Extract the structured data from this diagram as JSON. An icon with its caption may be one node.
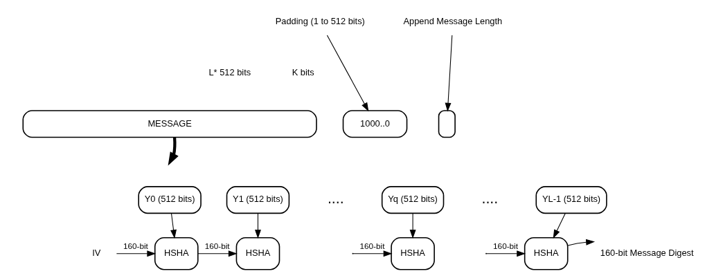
{
  "diagram": {
    "nodes": [
      {
        "text": [
          "Padding (1 to 512 bits)"
        ]
      },
      {
        "text": [
          "Append Message Length"
        ]
      },
      {
        "text": [
          "MESSAGE"
        ]
      },
      {
        "text": [
          "1000..0"
        ]
      },
      {
        "text": [],
        "shape": "box"
      },
      {
        "text": [
          "Y0 (512 bits)"
        ]
      },
      {
        "text": [
          "Y1 (512 bits)"
        ]
      },
      {
        "text": [
          "Yq (512 bits)"
        ]
      },
      {
        "text": [
          "YL-1 (512 bits)"
        ]
      },
      {
        "text": [
          "IV"
        ]
      },
      {
        "text": [
          "HSHA"
        ]
      },
      {
        "text": [
          "HSHA"
        ]
      },
      {
        "text": [
          "HSHA"
        ]
      },
      {
        "text": [
          "HSHA"
        ]
      },
      {
        "text": [
          "160-bit Message Digest"
        ]
      }
    ],
    "edges": [
      {
        "from": 0,
        "to": 3,
        "arrow": "to"
      },
      {
        "from": 1,
        "to": 4,
        "arrow": "to"
      },
      {
        "from": 2,
        "to": null,
        "arrow": "to",
        "style": "thick"
      },
      {
        "from": 5,
        "to": 10,
        "arrow": "to"
      },
      {
        "from": 6,
        "to": 11,
        "arrow": "to"
      },
      {
        "from": 7,
        "to": 12,
        "arrow": "to"
      },
      {
        "from": 8,
        "to": 13,
        "arrow": "to"
      },
      {
        "from": 9,
        "to": 10,
        "arrow": "to",
        "label": "160-bit"
      },
      {
        "from": 10,
        "to": 11,
        "arrow": "to",
        "label": "160-bit"
      },
      {
        "from": null,
        "to": 12,
        "arrow": "to",
        "label": "160-bit"
      },
      {
        "from": null,
        "to": 13,
        "arrow": "to",
        "label": "160-bit"
      },
      {
        "from": 13,
        "to": 14,
        "arrow": "to"
      }
    ],
    "labels": [
      "L* 512 bits",
      "K bits",
      "....",
      "...."
    ]
  }
}
